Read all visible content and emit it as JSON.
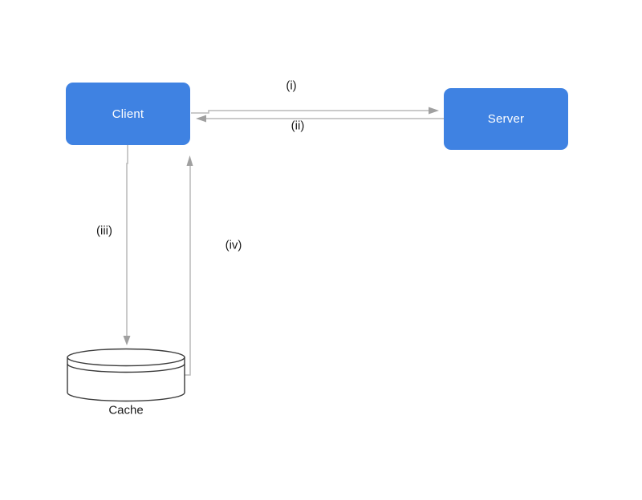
{
  "diagram": {
    "type": "flow-diagram",
    "description": "Client-Server-Cache request flow",
    "nodes": [
      {
        "id": "client",
        "label": "Client",
        "shape": "rounded-rect"
      },
      {
        "id": "server",
        "label": "Server",
        "shape": "rounded-rect"
      },
      {
        "id": "cache",
        "label": "Cache",
        "shape": "cylinder"
      }
    ],
    "edges": [
      {
        "id": "edge-i",
        "label": "(i)",
        "from": "Client",
        "to": "Server",
        "direction": "right"
      },
      {
        "id": "edge-ii",
        "label": "(ii)",
        "from": "Server",
        "to": "Client",
        "direction": "left"
      },
      {
        "id": "edge-iii",
        "label": "(iii)",
        "from": "Client",
        "to": "Cache",
        "direction": "down"
      },
      {
        "id": "edge-iv",
        "label": "(iv)",
        "from": "Cache",
        "to": "Client",
        "direction": "up"
      }
    ],
    "colors": {
      "node_fill": "#3f82e2",
      "node_text": "#ffffff",
      "connector": "#b9b9b9",
      "arrowhead": "#a0a0a0",
      "cylinder_stroke": "#3a3a3a",
      "label_text": "#1b1b1b",
      "background": "#ffffff"
    }
  }
}
